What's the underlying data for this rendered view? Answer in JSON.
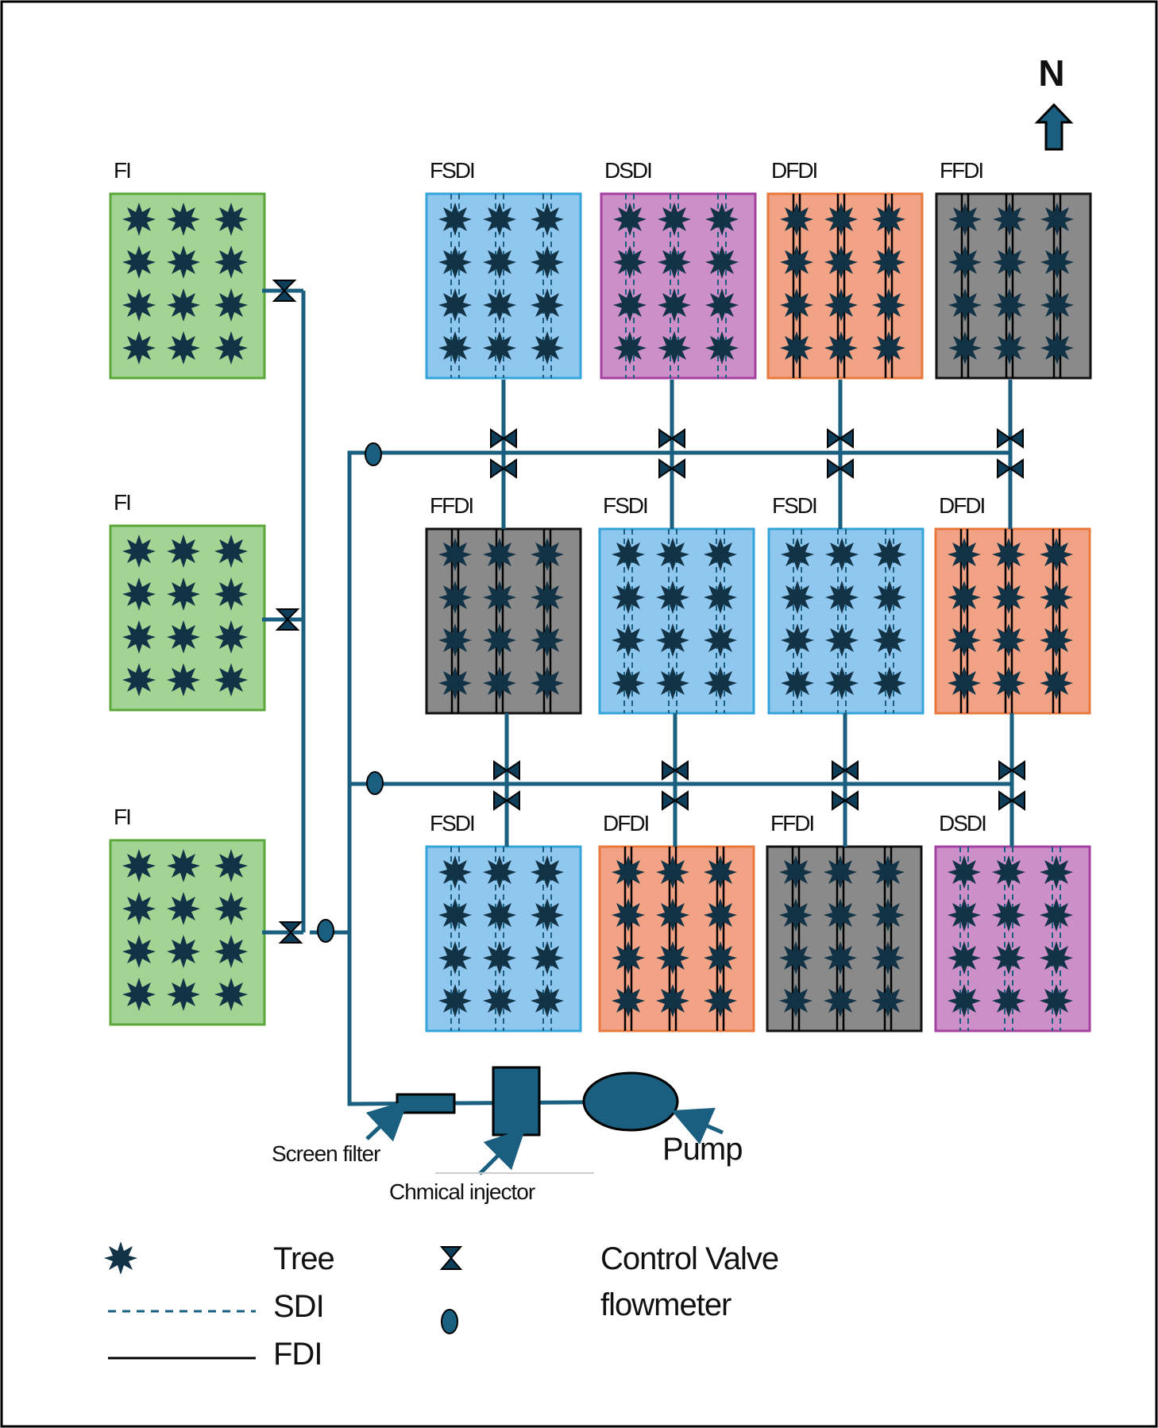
{
  "compass": {
    "label": "N",
    "icon": "north-arrow-icon"
  },
  "colors": {
    "pipe": "#1a5f7f",
    "fixture": "#0e3e5a",
    "tree": "#123246",
    "FI": {
      "fill": "#a3d493",
      "stroke": "#5aa839"
    },
    "FSDI": {
      "fill": "#90c7ee",
      "stroke": "#33a5da"
    },
    "DSDI": {
      "fill": "#cd8fc8",
      "stroke": "#a540a0"
    },
    "DFDI": {
      "fill": "#f2a385",
      "stroke": "#e8793d"
    },
    "FFDI": {
      "fill": "#8a8a8a",
      "stroke": "#111111"
    }
  },
  "fi_plots": [
    {
      "label": "FI"
    },
    {
      "label": "FI"
    },
    {
      "label": "FI"
    }
  ],
  "plot_rows": [
    [
      "FSDI",
      "DSDI",
      "DFDI",
      "FFDI"
    ],
    [
      "FFDI",
      "FSDI",
      "FSDI",
      "DFDI"
    ],
    [
      "FSDI",
      "DFDI",
      "FFDI",
      "DSDI"
    ]
  ],
  "components": {
    "screen_filter": "Screen filter",
    "chemical_injector": "Chmical injector",
    "pump": "Pump"
  },
  "legend": {
    "tree": "Tree",
    "sdi": "SDI",
    "fdi": "FDI",
    "control_valve": "Control Valve",
    "flowmeter": "flowmeter"
  }
}
